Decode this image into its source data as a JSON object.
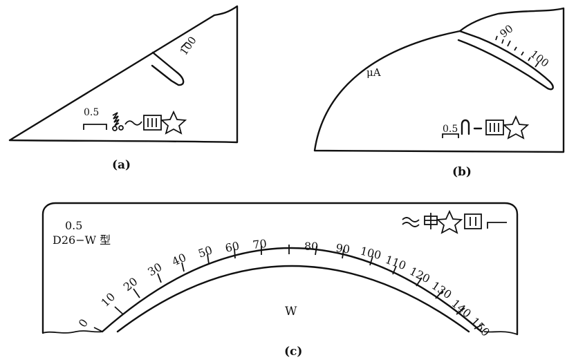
{
  "panel_a": {
    "scale_label": "100",
    "accuracy_class": "0.5",
    "symbols": [
      "spring-icon",
      "ac-tilde-icon",
      "class-III-box-icon",
      "star-icon"
    ],
    "caption": "(a)"
  },
  "panel_b": {
    "unit": "μA",
    "scale_labels": [
      "90",
      "100"
    ],
    "accuracy_class": "0.5",
    "symbols": [
      "magnet-icon",
      "dc-dash-icon",
      "class-III-box-icon",
      "star-icon"
    ],
    "caption": "(b)"
  },
  "panel_c": {
    "accuracy_class": "0.5",
    "model": "D26−W 型",
    "unit": "W",
    "scale_labels": [
      "0",
      "10",
      "20",
      "30",
      "40",
      "50",
      "60",
      "70",
      "80",
      "90",
      "100",
      "110",
      "120",
      "130",
      "140",
      "150"
    ],
    "symbols": [
      "ac-tilde-icon",
      "electrodynamic-icon",
      "star-icon",
      "class-II-box-icon",
      "horizontal-mount-icon"
    ],
    "caption": "(c)"
  }
}
